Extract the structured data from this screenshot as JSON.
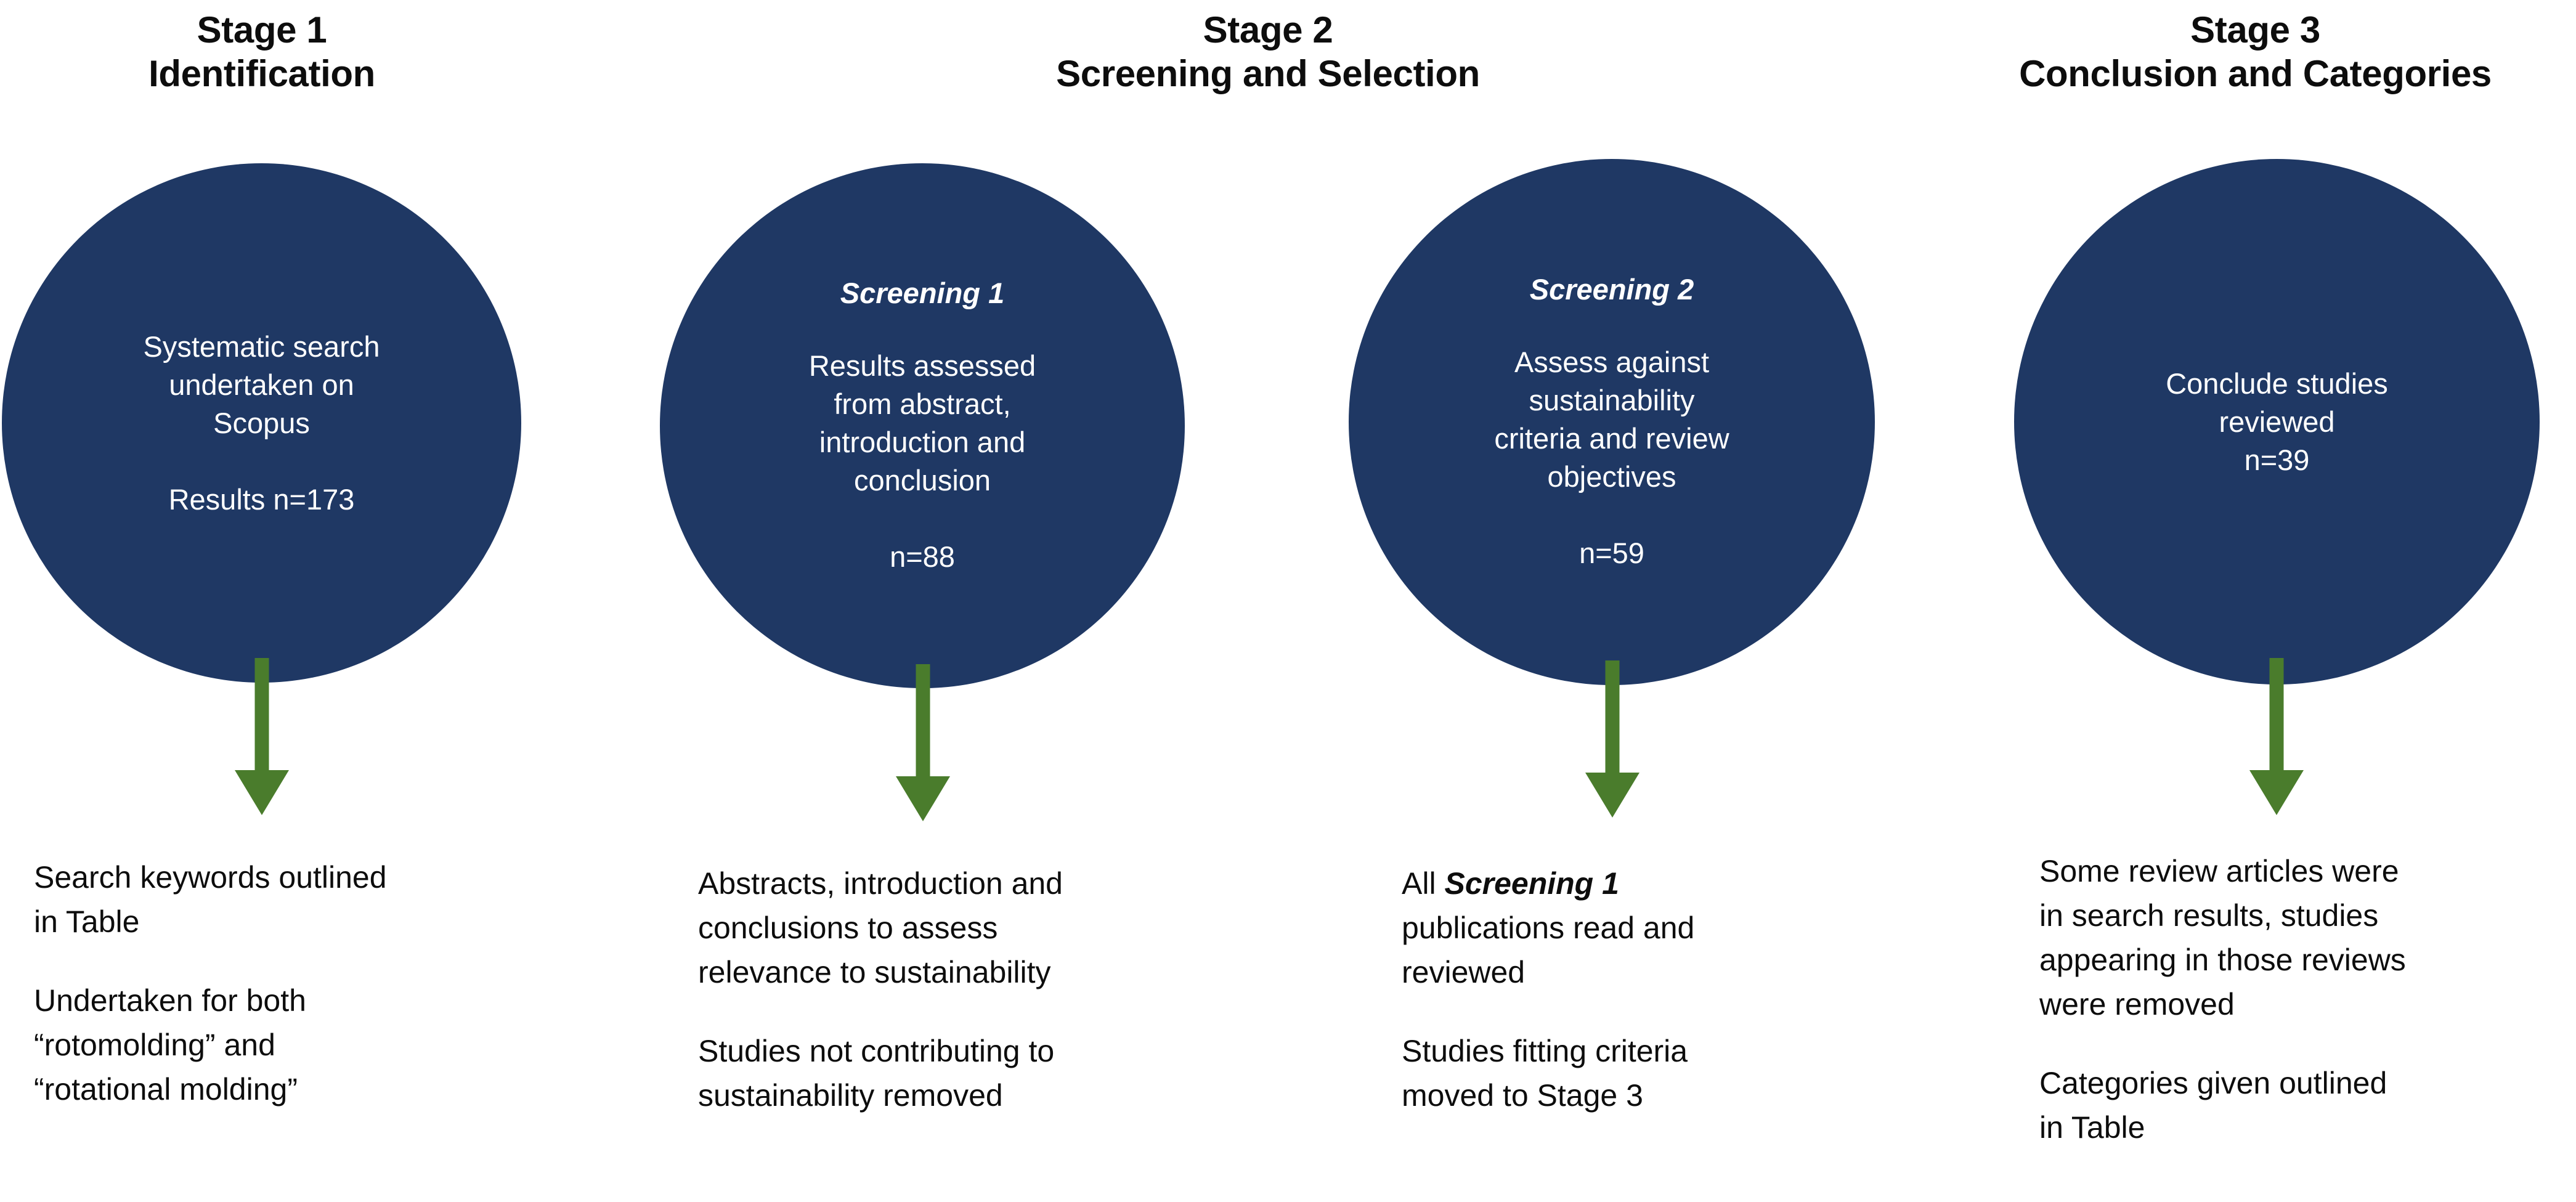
{
  "colors": {
    "circle_fill": "#1f3864",
    "circle_text": "#ffffff",
    "arrow": "#4a7c2c",
    "header_text": "#0d0d0d",
    "background": "#ffffff"
  },
  "stages": {
    "stage1": {
      "line1": "Stage 1",
      "line2": "Identification"
    },
    "stage2": {
      "line1": "Stage 2",
      "line2": "Screening and Selection"
    },
    "stage3": {
      "line1": "Stage 3",
      "line2": "Conclusion and Categories"
    }
  },
  "circles": {
    "stage1": {
      "title": "",
      "body": "Systematic search\nundertaken on\nScopus",
      "count": "Results n=173"
    },
    "screening1": {
      "title": "Screening 1",
      "body": "Results assessed\nfrom abstract,\nintroduction and\nconclusion",
      "count": "n=88"
    },
    "screening2": {
      "title": "Screening 2",
      "body": "Assess against\nsustainability\ncriteria and review\nobjectives",
      "count": "n=59"
    },
    "stage3": {
      "title": "",
      "body": "Conclude studies\nreviewed",
      "count": "n=39"
    }
  },
  "notes": {
    "column1": {
      "para1": "Search keywords outlined\nin Table",
      "para2": "Undertaken for both\n“rotomolding” and\n“rotational molding”"
    },
    "column2": {
      "para1": "Abstracts, introduction and\nconclusions to assess\nrelevance to sustainability",
      "para2": "Studies not contributing to\nsustainability removed"
    },
    "column3": {
      "para1_prefix": "All ",
      "para1_emphasis": "Screening 1",
      "para1_rest": "\npublications read and\nreviewed",
      "para2": "Studies fitting criteria\nmoved to Stage 3"
    },
    "column4": {
      "para1": "Some review articles were\nin search results, studies\nappearing in those reviews\nwere removed",
      "para2": "Categories given outlined\nin Table"
    }
  }
}
